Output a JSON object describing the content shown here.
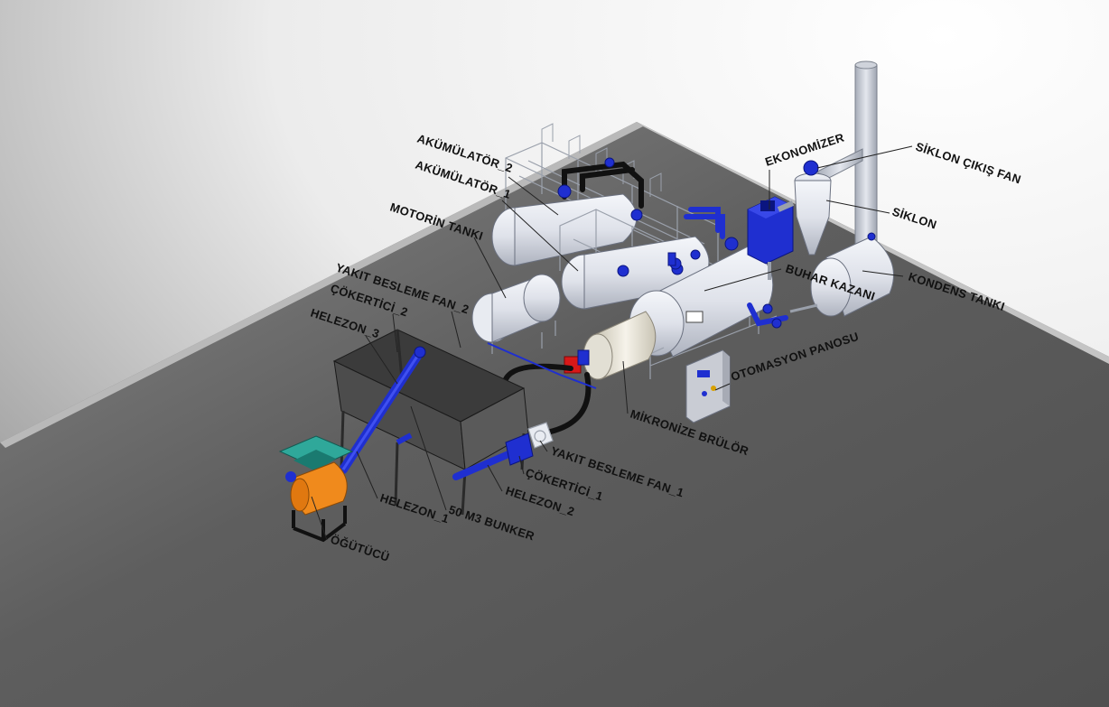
{
  "labels": {
    "akumulator_2": "AKÜMÜLATÖR_2",
    "akumulator_1": "AKÜMÜLATÖR_1",
    "motorin_tanki": "MOTORİN TANKI",
    "yakit_besleme_fan_2": "YAKIT BESLEME FAN_2",
    "cokertici_2": "ÇÖKERTİCİ_2",
    "helezon_3": "HELEZON_3",
    "ekonomizer": "EKONOMİZER",
    "siklon_cikis_fan": "SİKLON ÇIKIŞ FAN",
    "siklon": "SİKLON",
    "buhar_kazani": "BUHAR KAZANI",
    "kondens_tanki": "KONDENS TANKI",
    "otomasyon_panosu": "OTOMASYON PANOSU",
    "mikronize_brulor": "MİKRONİZE BRÜLÖR",
    "yakit_besleme_fan_1": "YAKIT BESLEME FAN_1",
    "cokertici_1": "ÇÖKERTİCİ_1",
    "helezon_2": "HELEZON_2",
    "bunker": "50 M3 BUNKER",
    "helezon_1": "HELEZON_1",
    "ogutucu": "ÖĞÜTÜCÜ"
  },
  "colors": {
    "floor": "#5a5a5a",
    "steel": "#d8dce4",
    "equipment_blue": "#1f2fd0",
    "grinder_orange": "#f08a1c",
    "hopper_teal": "#2fa89a",
    "bunker": "#4a4a4a",
    "burner_red": "#d81818"
  }
}
